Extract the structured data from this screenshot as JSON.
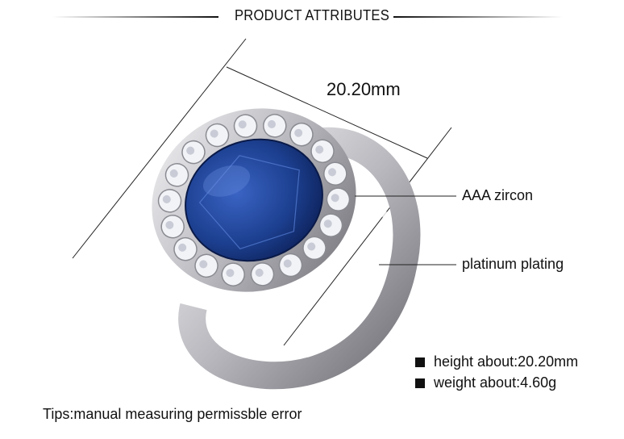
{
  "header": {
    "title": "PRODUCT ATTRIBUTES"
  },
  "dimension": {
    "label": "20.20mm"
  },
  "callouts": [
    {
      "label": "AAA zircon"
    },
    {
      "label": "platinum plating"
    }
  ],
  "specs": [
    {
      "label": "height about:20.20mm"
    },
    {
      "label": "weight about:4.60g"
    }
  ],
  "tips": "Tips:manual measuring permissble error",
  "colors": {
    "stone": "#1c3f8f",
    "metal": "#c8c8cc",
    "text": "#111111"
  }
}
